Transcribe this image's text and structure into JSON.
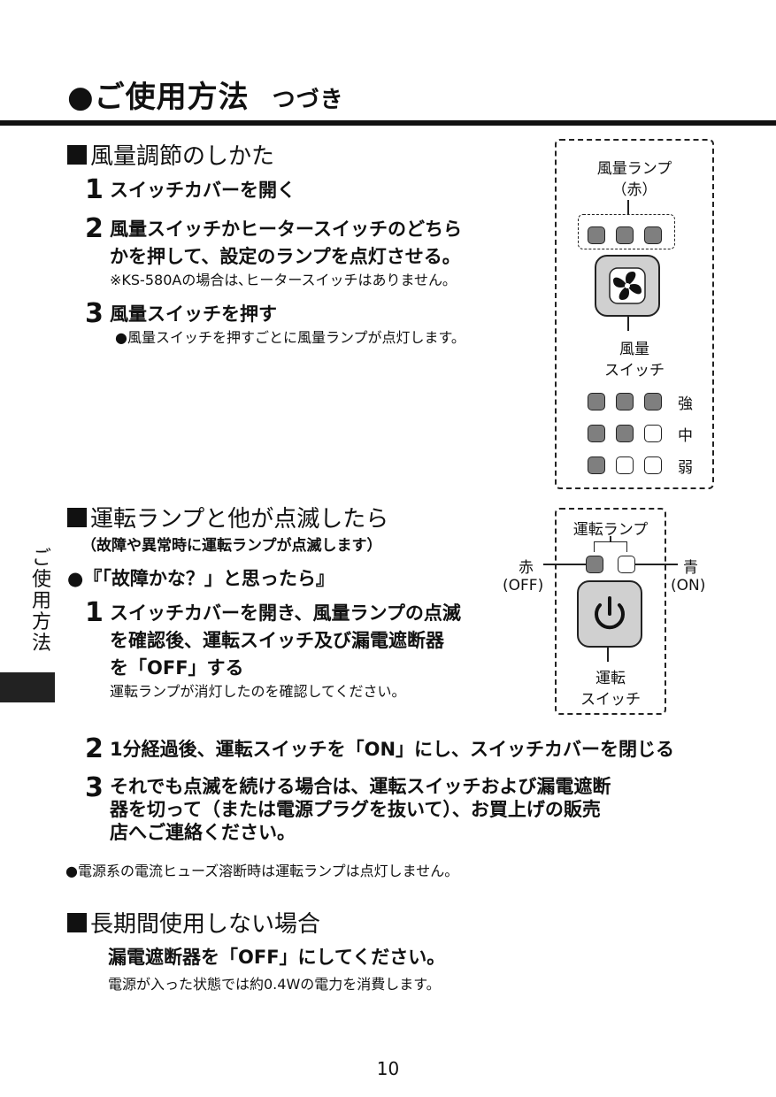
{
  "header": {
    "title": "●ご使用方法",
    "subtitle": "つづき"
  },
  "side_tab": {
    "label": "ご使用方法"
  },
  "section1": {
    "heading": "風量調節のしかた",
    "steps": [
      {
        "num": "1",
        "text": "スイッチカバーを開く"
      },
      {
        "num": "2",
        "text": "風量スイッチかヒータースイッチのどちら",
        "text2": "かを押して、設定のランプを点灯させる。",
        "note": "※KS-580Aの場合は､ヒータースイッチはありません｡"
      },
      {
        "num": "3",
        "text": "風量スイッチを押す",
        "note": "●風量スイッチを押すごとに風量ランプが点灯します。"
      }
    ],
    "panel": {
      "lamp_label": "風量ランプ",
      "lamp_color": "（赤）",
      "switch_label1": "風量",
      "switch_label2": "スイッチ",
      "levels": [
        {
          "label": "強",
          "lamps_on": 3
        },
        {
          "label": "中",
          "lamps_on": 2
        },
        {
          "label": "弱",
          "lamps_on": 1
        }
      ]
    }
  },
  "section2": {
    "heading": "運転ランプと他が点滅したら",
    "subheading": "（故障や異常時に運転ランプが点滅します）",
    "bullet": "●『「故障かな？」と思ったら』",
    "steps": [
      {
        "num": "1",
        "text": "スイッチカバーを開き、風量ランプの点滅",
        "text2": "を確認後、運転スイッチ及び漏電遮断器",
        "text3": "を「OFF」する",
        "note": "運転ランプが消灯したのを確認してください。"
      },
      {
        "num": "2",
        "text": "1分経過後、運転スイッチを「ON」にし、スイッチカバーを閉じる"
      },
      {
        "num": "3",
        "text": "それでも点滅を続ける場合は、運転スイッチおよび漏電遮断",
        "text2": "器を切って（または電源プラグを抜いて）、お買上げの販売",
        "text3": "店へご連絡ください。"
      }
    ],
    "footnote": "●電源系の電流ヒューズ溶断時は運転ランプは点灯しません。",
    "panel": {
      "lamp_label": "運転ランプ",
      "red_label": "赤",
      "red_state": "(OFF)",
      "blue_label": "青",
      "blue_state": "(ON)",
      "switch_label1": "運転",
      "switch_label2": "スイッチ"
    }
  },
  "section3": {
    "heading": "長期間使用しない場合",
    "instruction": "漏電遮断器を「OFF」にしてください。",
    "note": "電源が入った状態では約0.4Wの電力を消費します。"
  },
  "page_number": "10",
  "colors": {
    "lamp_on": "#7f7f7f",
    "switch_face": "#d0d0d0",
    "ink": "#111111"
  }
}
